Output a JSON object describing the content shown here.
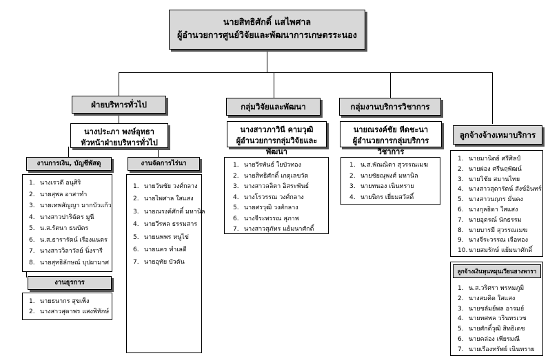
{
  "top": {
    "name": "นายสิทธิศักดิ์  แสไพศาล",
    "position": "ผู้อำนวยการศูนย์วิจัยและพัฒนาการเกษตรระนอง"
  },
  "admin": {
    "label": "ฝ่ายบริหารทั่วไป",
    "leader_name": "นางประภา  พงษ์อุทธา",
    "leader_position": "หัวหน้าฝ่ายบริหารทั่วไป",
    "finance": {
      "label": "งานการเงิน, บัญชีพัสดุ",
      "members": [
        "นางเรวดี  อนุศิริ",
        "นายสุพล  อาสาทำ",
        "นายเทพสัญญา  มากบัวแก้ว",
        "นางสาวปาริฉัตร  มูนี",
        "น.ส.รัตนา  ธนบัตร",
        "น.ส.ธารารัตน์  เรืองแนตร",
        "นางสาววิลาวัลย์  นิ่งรารี",
        "นายสุทธิลักษณ์  บุปผามาศ"
      ]
    },
    "general": {
      "label": "งานธุรการ",
      "members": [
        "นายธนากร  สุขเพ็ง",
        "นางสาวสุดาพร  แสงพิทักษ์"
      ]
    },
    "planning": {
      "label": "งานจัดการไร่นา",
      "members": [
        "นายวันชัย  วงศ์กลาง",
        "นายไพศาล  ใสแสง",
        "นายณรงค์ศักดิ์  มหานิล",
        "นายวีรพล  ธรรมสาร",
        "นายนพพร  หนูไข่",
        "นายนคร  ทำเลดี",
        "นายอุทัย  บัวตัน"
      ]
    }
  },
  "research": {
    "label": "กลุ่มวิจัยและพัฒนา",
    "leader_name": "นางสาวภาวินี  คามวุฒิ",
    "leader_position": "ผู้อำนวยการกลุ่มวิจัยและพัฒนา",
    "members": [
      "นายวีรพันธ์  ใยบัวทอง",
      "นายสิทธิศักดิ์  เกตุเลขวัต",
      "นางสาวลลิตา  อิสระพันธ์",
      "นางโรวรรณ  วงศ์กลาง",
      "นายศรวุฒิ  วงศ์กลาง",
      "นางจีระพรรณ  สุภาพ",
      "นางสาวสุภัทร  แย้มนาศักดิ์"
    ]
  },
  "service": {
    "label": "กลุ่มงานบริการวิชาการ",
    "leader_name": "นายณรงค์ชัย  หีดชะนา",
    "leader_position": "ผู้อำนวยการกลุ่มบริการวิชาการ",
    "members": [
      "น.ส.พัณณิตา  สุวรรณเมฆ",
      "นายชัยณุพงศ์  มหานิล",
      "นายทนอง  เนินทราย",
      "นายนิกร  เยี่ยมสวัสดิ์"
    ]
  },
  "contract": {
    "label": "ลูกจ้างจ้างเหมาบริการ",
    "members": [
      "นายมานิตย์  ศรีศิลป์",
      "นายผ่อง  ศรีนฤพัฒน์",
      "นายวิชัย  สมานไทย",
      "นางสาวสุดารัตน์  สังข์อินทร์",
      "นางสาวนฤภร  มั่นคง",
      "นางกุลธิดา  ใสแสง",
      "นายอุดรณ์  นักธรรม",
      "นายบารมี  สุวรรณเมฆ",
      "นางจีระวรรณ  เจือทอง",
      "นายสมรักษ์  แย้มนาศักดิ์"
    ]
  },
  "rubber": {
    "label": "ลูกจ้างเงินทุนหมุนเวียนยางพารา",
    "members": [
      "น.ส.วริศรา  พรหมภูมิ",
      "นางสมคิด  ใสแสง",
      "นายชลัมย์พล  อารมย์",
      "นายทศพล  วรินทรเวช",
      "นายศักดิ์วุฒิ  สิทธิเดช",
      "นายคล่อง  เพียรมณี",
      "นายเรืองทรัพย์  เนินทราย"
    ]
  }
}
